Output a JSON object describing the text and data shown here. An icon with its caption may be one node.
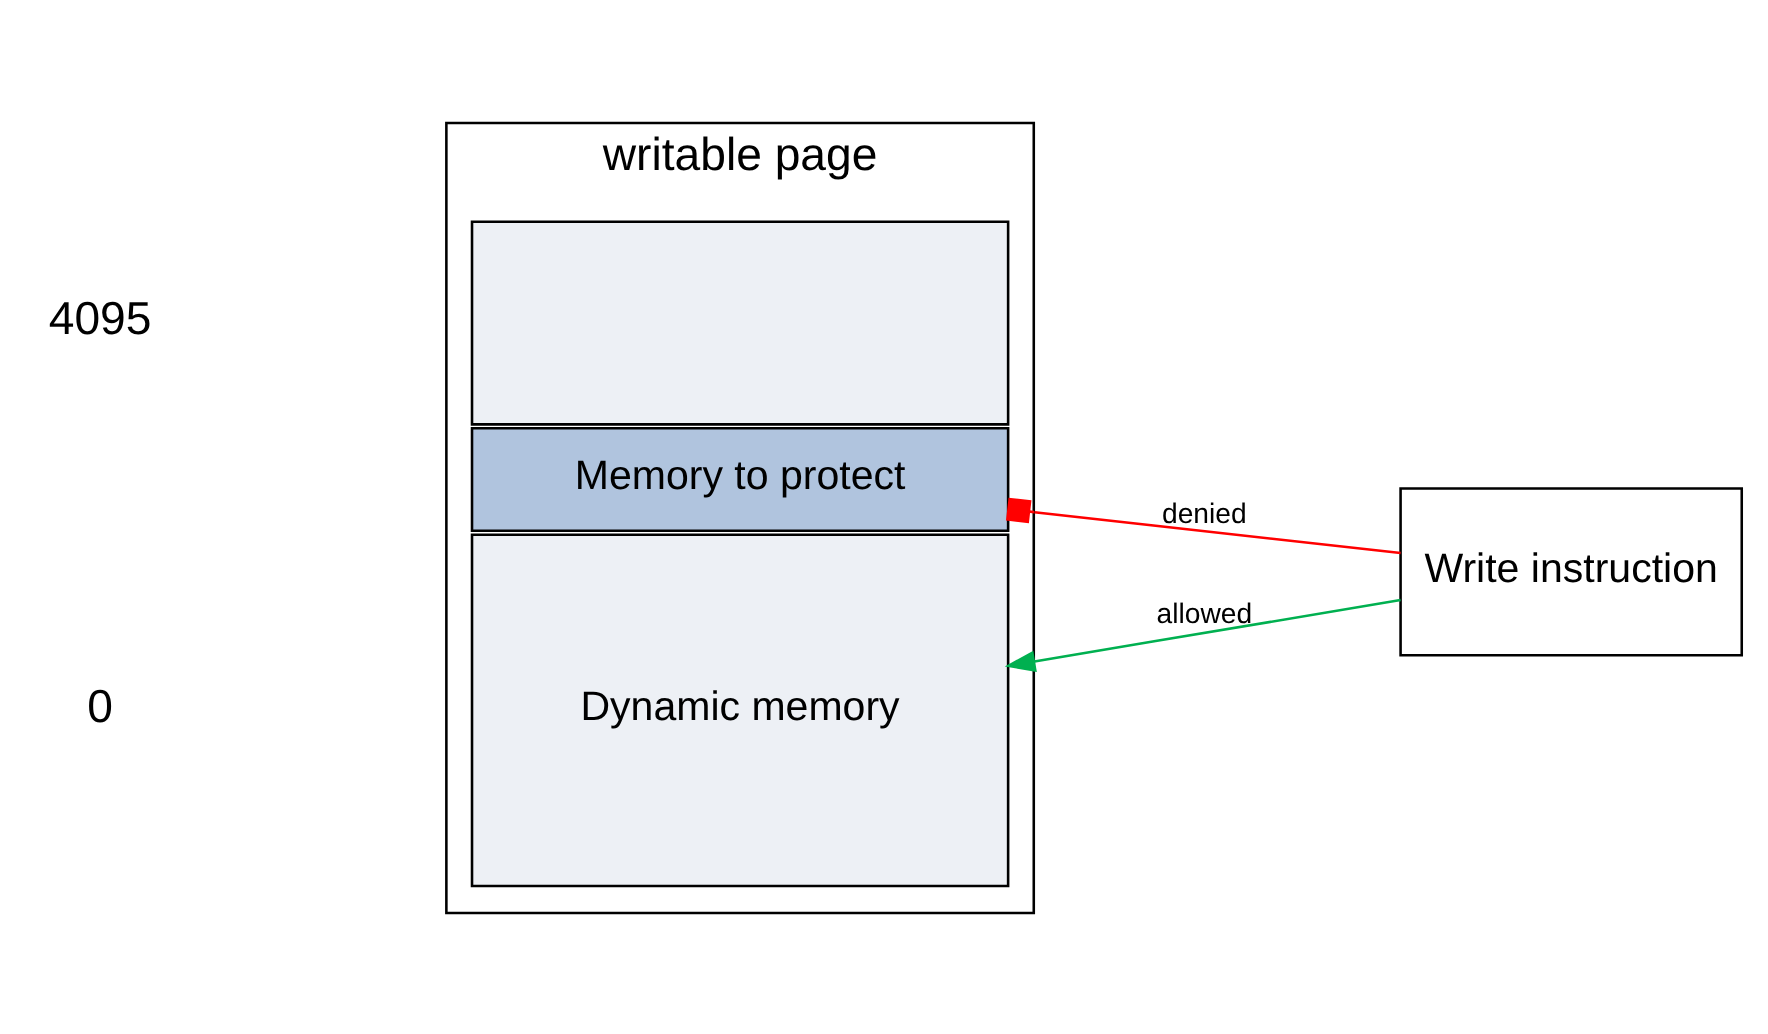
{
  "diagram": {
    "nodes": [
      {
        "text": [
          "writable page"
        ]
      },
      {
        "text": [],
        "shape": "box",
        "in": 0
      },
      {
        "text": [
          "Memory to protect"
        ],
        "in": 0
      },
      {
        "text": [
          "Dynamic memory"
        ],
        "in": 0
      },
      {
        "text": [
          "Write instruction"
        ]
      }
    ],
    "edges": [
      {
        "from": 4,
        "to": 2,
        "arrow": "other",
        "label": "denied",
        "color": "#ff0000"
      },
      {
        "from": 4,
        "to": 3,
        "arrow": "to",
        "label": "allowed",
        "color": "#00b050"
      }
    ],
    "labels": [
      "4095",
      "0"
    ]
  }
}
